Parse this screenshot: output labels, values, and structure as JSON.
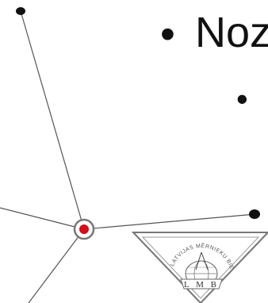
{
  "slide": {
    "title_text": "Noz",
    "bullet_glyph": "•",
    "sub_bullet_glyph": "•"
  },
  "logo": {
    "name": "LATVIJAS MĒRNIEKU BIEDRĪBA",
    "initials": "LMB"
  },
  "colors": {
    "line": "#555555",
    "node_dark": "#111111",
    "node_center": "#d0101a",
    "ring": "#777777",
    "text": "#111111"
  },
  "icons": [
    "network-node-icon",
    "logo-emblem-icon"
  ]
}
